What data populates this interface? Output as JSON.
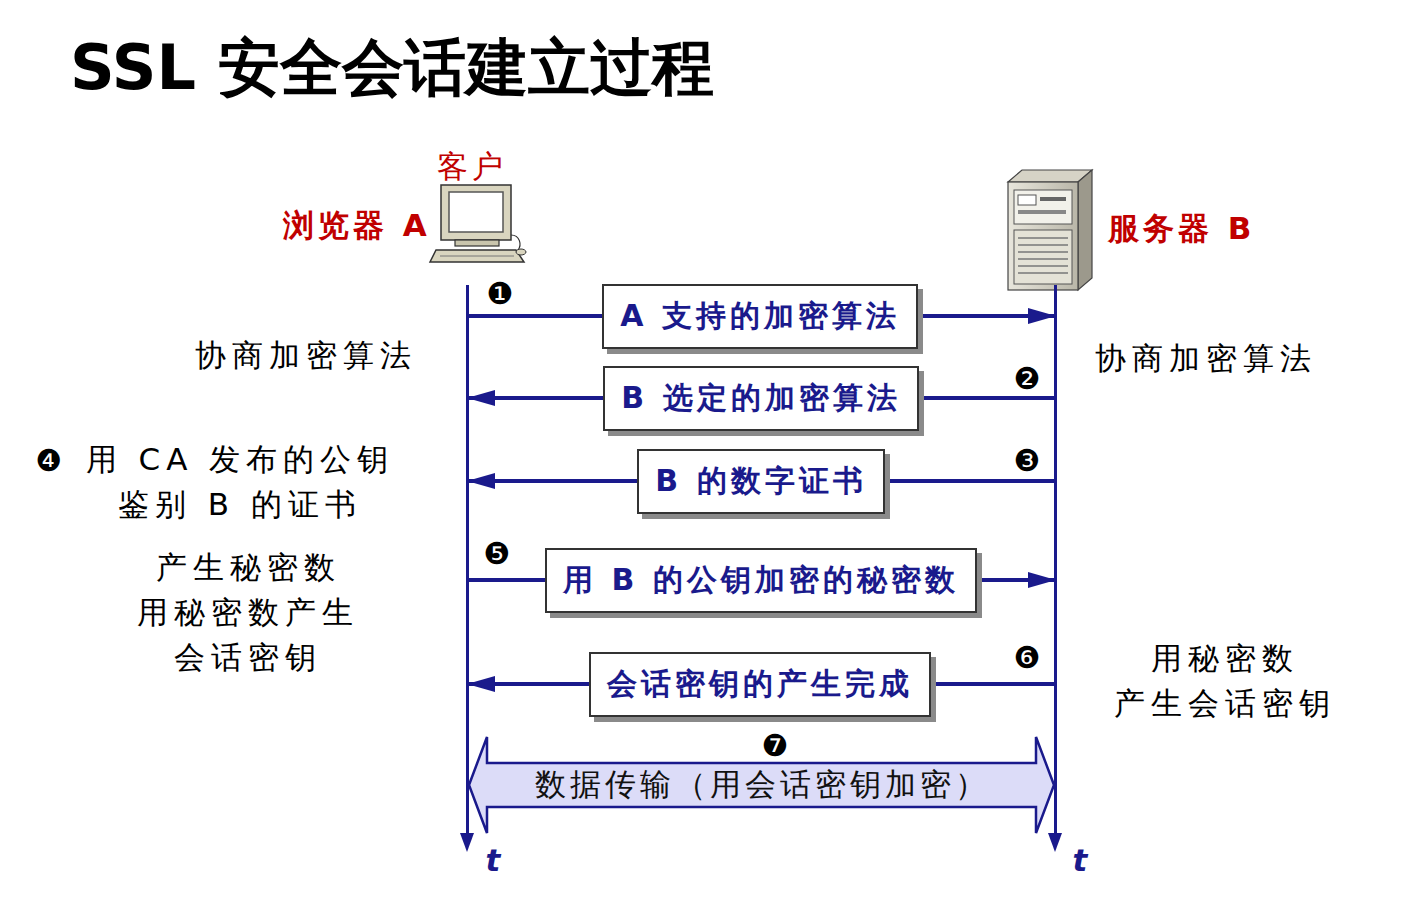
{
  "diagram": {
    "title": "SSL 安全会话建立过程",
    "nodes": [
      {
        "text": [
          "客户",
          "浏览器 A"
        ]
      },
      {
        "text": [
          "服务器 B"
        ]
      }
    ],
    "edges": [
      {
        "from": 0,
        "to": 1,
        "label": "A 支持的加密算法",
        "arrow": "to"
      },
      {
        "from": 1,
        "to": 0,
        "label": "B 选定的加密算法",
        "arrow": "to"
      },
      {
        "from": 1,
        "to": 0,
        "label": "B 的数字证书",
        "arrow": "to"
      },
      {
        "from": 0,
        "to": 1,
        "label": "用 B 的公钥加密的秘密数",
        "arrow": "to"
      },
      {
        "from": 1,
        "to": 0,
        "label": "会话密钥的产生完成",
        "arrow": "to"
      },
      {
        "from": 0,
        "to": 1,
        "label": "数据传输（用会话密钥加密）",
        "arrow": "both"
      }
    ],
    "labels": [
      "协商加密算法",
      "协商加密算法",
      "❶",
      "❷",
      "❸",
      "❹",
      "用 CA 发布的公钥 鉴别 B 的证书",
      "产生秘密数 用秘密数产生 会话密钥",
      "❺",
      "❻",
      "用秘密数 产生会话密钥",
      "❼",
      "t",
      "t"
    ]
  }
}
